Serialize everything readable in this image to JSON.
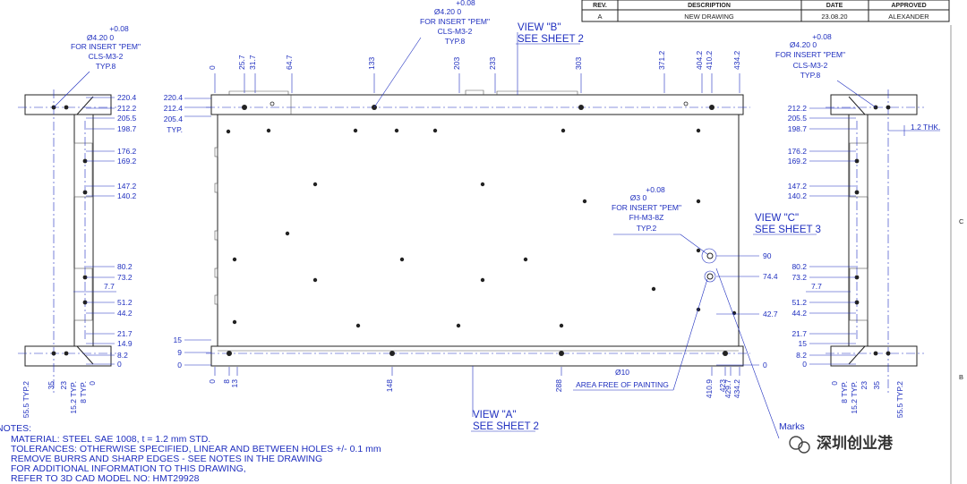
{
  "revision_table": {
    "headers": [
      "REV.",
      "DESCRIPTION",
      "DATE",
      "APPROVED"
    ],
    "row": [
      "A",
      "NEW DRAWING",
      "23.08.20",
      "ALEXANDER"
    ]
  },
  "callouts": {
    "left_insert": [
      "+0.08",
      "Ø4.20  0",
      "FOR INSERT \"PEM\"",
      "CLS-M3-2",
      "TYP.8"
    ],
    "top_insert": [
      "+0.08",
      "Ø4.20  0",
      "FOR INSERT \"PEM\"",
      "CLS-M3-2",
      "TYP.8"
    ],
    "right_insert": [
      "+0.08",
      "Ø4.20  0",
      "FOR INSERT \"PEM\"",
      "CLS-M3-2",
      "TYP.8"
    ],
    "fh_insert": [
      "+0.08",
      "Ø3  0",
      "FOR INSERT \"PEM\"",
      "FH-M3-8Z",
      "TYP.2"
    ],
    "paint_free": [
      "Ø10",
      "AREA FREE OF PAINTING"
    ],
    "thickness": "1.2 THK.",
    "marks": "Marks"
  },
  "views": {
    "b": [
      "VIEW \"B\"",
      "SEE SHEET 2"
    ],
    "c": [
      "VIEW \"C\"",
      "SEE SHEET 3"
    ],
    "a": [
      "VIEW \"A\"",
      "SEE SHEET 2"
    ]
  },
  "zone_letters": [
    "C",
    "B"
  ],
  "dimensions": {
    "top_x": [
      "0",
      "25.7",
      "31.7",
      "64.7",
      "133",
      "203",
      "233",
      "303",
      "371.2",
      "404.2",
      "410.2",
      "434.2"
    ],
    "main_left_y": [
      "220.4",
      "212.4",
      "205.4",
      "TYP."
    ],
    "main_left_bottom_y": [
      "15",
      "9",
      "0"
    ],
    "main_right_y": [
      "90",
      "74.4",
      "42.7",
      "0"
    ],
    "bottom_x": [
      "0",
      "8",
      "13",
      "148",
      "288",
      "410.9",
      "423",
      "429.7",
      "434.2"
    ],
    "left_side_y": [
      "220.4",
      "212.2",
      "205.5",
      "198.7",
      "176.2",
      "169.2",
      "147.2",
      "140.2",
      "80.2",
      "73.2",
      "51.2",
      "44.2",
      "21.7",
      "14.9",
      "8.2",
      "0"
    ],
    "left_side_x": [
      "55.5 TYP.2",
      "35",
      "23",
      "15.2 TYP.",
      "8 TYP.",
      "0"
    ],
    "left_side_small": "7.7",
    "right_side_y": [
      "212.2",
      "205.5",
      "198.7",
      "176.2",
      "169.2",
      "147.2",
      "140.2",
      "80.2",
      "73.2",
      "51.2",
      "44.2",
      "21.7",
      "15",
      "8.2",
      "0"
    ],
    "right_side_x": [
      "0",
      "8 TYP.",
      "15.2 TYP.",
      "23",
      "35",
      "55.5 TYP.2"
    ],
    "right_side_small": "7.7"
  },
  "notes": [
    "NOTES:",
    "MATERIAL: STEEL SAE 1008, t = 1.2 mm STD.",
    "TOLERANCES: OTHERWISE SPECIFIED, LINEAR AND BETWEEN HOLES +/- 0.1 mm",
    "REMOVE BURRS AND SHARP EDGES - SEE NOTES IN THE DRAWING",
    "FOR ADDITIONAL INFORMATION TO THIS DRAWING,",
    "REFER TO 3D CAD MODEL NO: HMT29928"
  ],
  "watermark": "深圳创业港",
  "colors": {
    "dimension": "#1f2fbf",
    "outline": "#222222"
  }
}
